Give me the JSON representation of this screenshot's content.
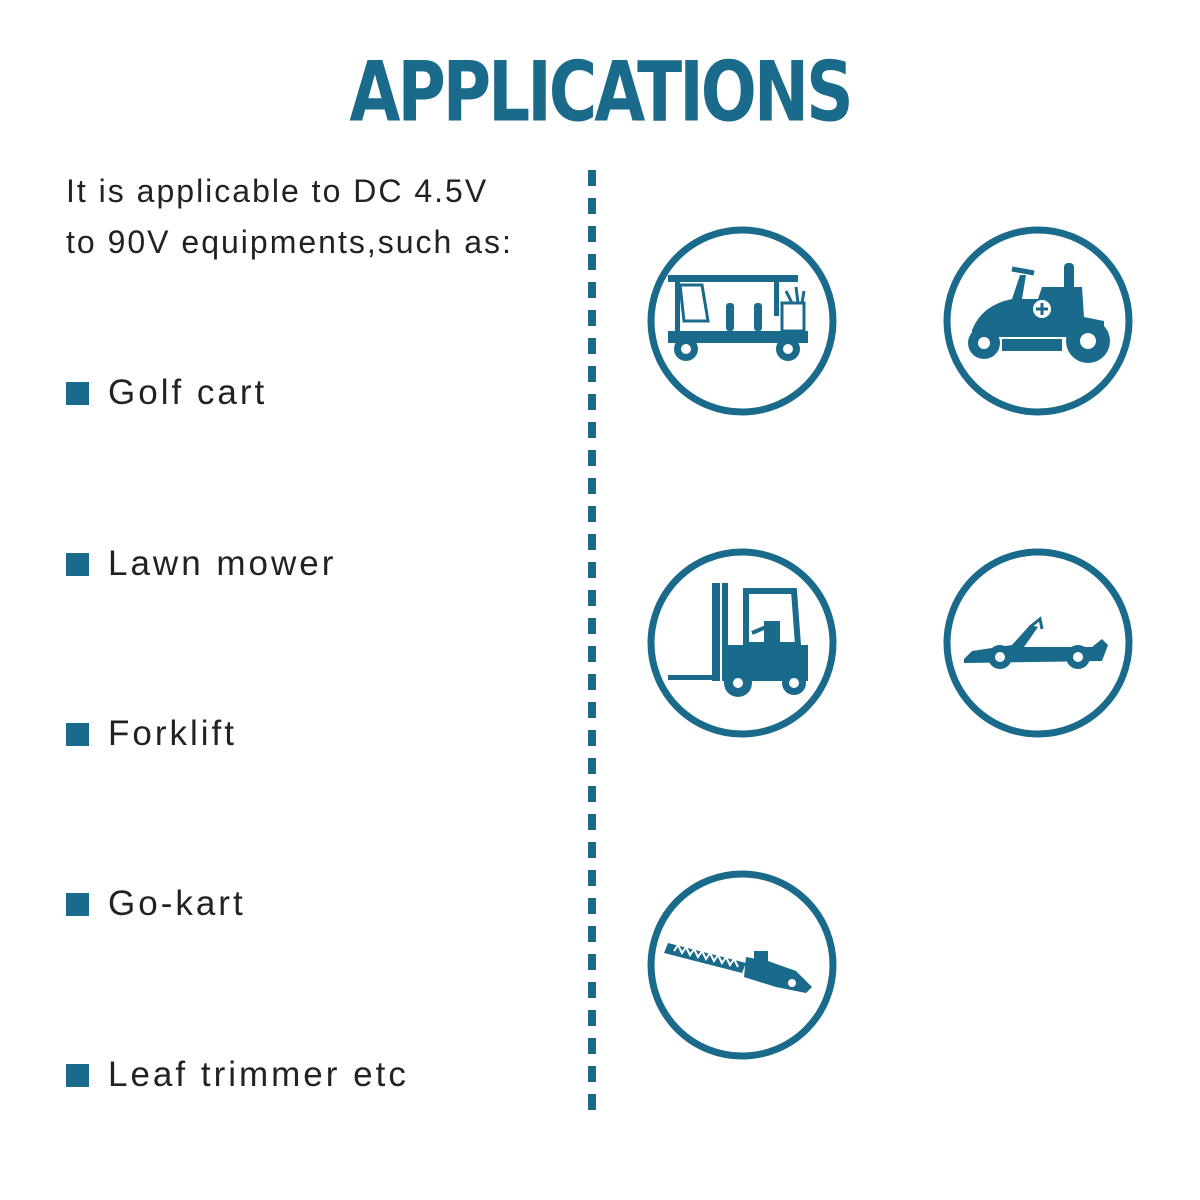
{
  "title": "APPLICATIONS",
  "intro": {
    "line1": "It is applicable to DC 4.5V",
    "line2": "to 90V equipments,such as:"
  },
  "items": [
    {
      "label": "Golf cart"
    },
    {
      "label": "Lawn mower"
    },
    {
      "label": "Forklift"
    },
    {
      "label": "Go-kart"
    },
    {
      "label": "Leaf trimmer etc"
    }
  ],
  "icons": [
    "golf-cart-icon",
    "lawn-mower-icon",
    "forklift-icon",
    "go-kart-icon",
    "leaf-trimmer-icon"
  ],
  "colors": {
    "accent": "#1a6a8c",
    "text": "#222222",
    "background": "#ffffff"
  }
}
